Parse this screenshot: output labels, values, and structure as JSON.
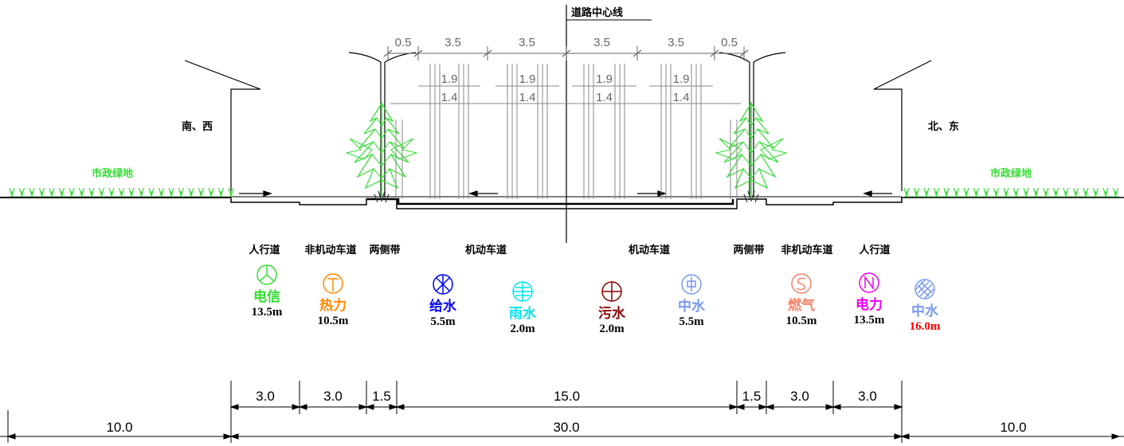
{
  "centerline_label": "道路中心线",
  "side_labels": {
    "left": "南、西",
    "right": "北、东"
  },
  "green_labels": {
    "left": "市政绿地",
    "right": "市政绿地"
  },
  "top_dims": [
    "0.5",
    "3.5",
    "3.5",
    "3.5",
    "3.5",
    "0.5"
  ],
  "inner_dims": {
    "upper": [
      "1.9",
      "1.9",
      "1.9",
      "1.9"
    ],
    "lower": [
      "1.4",
      "1.4",
      "1.4",
      "1.4"
    ]
  },
  "lane_labels": [
    "人行道",
    "非机动车道",
    "两侧带",
    "机动车道",
    "机动车道",
    "两侧带",
    "非机动车道",
    "人行道"
  ],
  "utilities": [
    {
      "symbol": "telecom-icon",
      "name": "电信",
      "value": "13.5m",
      "color": "#33dd33"
    },
    {
      "symbol": "heat-icon",
      "name": "热力",
      "value": "10.5m",
      "color": "#ff8800"
    },
    {
      "symbol": "water-supply-icon",
      "name": "给水",
      "value": "5.5m",
      "color": "#0000ff"
    },
    {
      "symbol": "rain-icon",
      "name": "雨水",
      "value": "2.0m",
      "color": "#00e5ee"
    },
    {
      "symbol": "sewage-icon",
      "name": "污水",
      "value": "2.0m",
      "color": "#8b0000"
    },
    {
      "symbol": "reclaimed-icon",
      "name": "中水",
      "value": "5.5m",
      "color": "#7799ee"
    },
    {
      "symbol": "gas-icon",
      "name": "燃气",
      "value": "10.5m",
      "color": "#f4826a"
    },
    {
      "symbol": "power-icon",
      "name": "电力",
      "value": "13.5m",
      "color": "#ee00ee"
    },
    {
      "symbol": "reclaimed-hatched-icon",
      "name": "中水",
      "value": "16.0m",
      "color": "#7799ee",
      "value_color": "#ff0000"
    }
  ],
  "bottom_dims_upper": [
    "3.0",
    "3.0",
    "1.5",
    "15.0",
    "1.5",
    "3.0",
    "3.0"
  ],
  "bottom_dims_lower": [
    "10.0",
    "30.0",
    "10.0"
  ]
}
